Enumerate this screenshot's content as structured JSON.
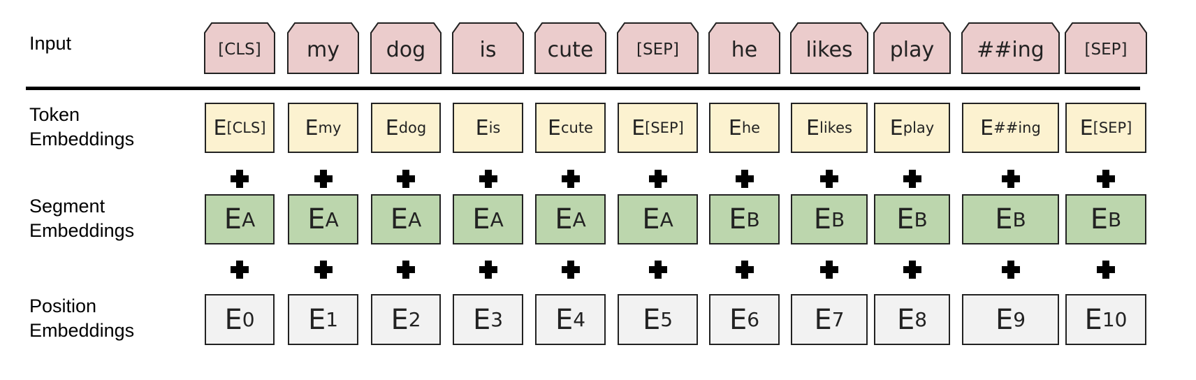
{
  "row_labels": {
    "input": "Input",
    "token": [
      "Token",
      "Embeddings"
    ],
    "segment": [
      "Segment",
      "Embeddings"
    ],
    "position": [
      "Position",
      "Embeddings"
    ]
  },
  "plus_symbol": "+",
  "colors": {
    "input": "#ebcccc",
    "token": "#fcf2d0",
    "segment": "#bcd6ad",
    "position": "#f2f2f2"
  },
  "tokens": [
    {
      "input": "[CLS]",
      "token_sub": "[CLS]",
      "segment_sub": "A",
      "position_sub": "0"
    },
    {
      "input": "my",
      "token_sub": "my",
      "segment_sub": "A",
      "position_sub": "1"
    },
    {
      "input": "dog",
      "token_sub": "dog",
      "segment_sub": "A",
      "position_sub": "2"
    },
    {
      "input": "is",
      "token_sub": "is",
      "segment_sub": "A",
      "position_sub": "3"
    },
    {
      "input": "cute",
      "token_sub": "cute",
      "segment_sub": "A",
      "position_sub": "4"
    },
    {
      "input": "[SEP]",
      "token_sub": "[SEP]",
      "segment_sub": "A",
      "position_sub": "5"
    },
    {
      "input": "he",
      "token_sub": "he",
      "segment_sub": "B",
      "position_sub": "6"
    },
    {
      "input": "likes",
      "token_sub": "likes",
      "segment_sub": "B",
      "position_sub": "7"
    },
    {
      "input": "play",
      "token_sub": "play",
      "segment_sub": "B",
      "position_sub": "8"
    },
    {
      "input": "##ing",
      "token_sub": "##ing",
      "segment_sub": "B",
      "position_sub": "9"
    },
    {
      "input": "[SEP]",
      "token_sub": "[SEP]",
      "segment_sub": "B",
      "position_sub": "10"
    }
  ],
  "embedding_letter": "E"
}
